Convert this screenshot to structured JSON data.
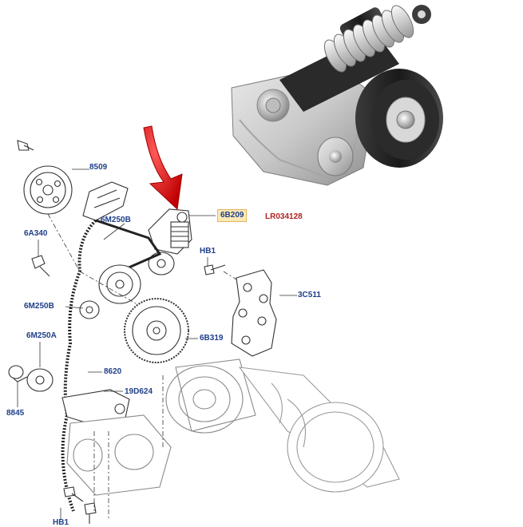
{
  "labels": {
    "p8509": "8509",
    "p6m250b_top": "6M250B",
    "p6b209": "6B209",
    "part_number": "LR034128",
    "p6a340": "6A340",
    "hb1_top": "HB1",
    "p3c511": "3C511",
    "p6m250b_mid": "6M250B",
    "p6b319": "6B319",
    "p6m250a": "6M250A",
    "p8620": "8620",
    "p19d624": "19D624",
    "p8845": "8845",
    "hb1_bottom": "HB1"
  },
  "colors": {
    "label_blue": "#1f3f8a",
    "part_red": "#b22222",
    "arrow_red": "#e01818",
    "highlight_fill": "#fde9b5",
    "highlight_border": "#e7b45a"
  },
  "icons": {
    "pointer": "red-arrow-icon",
    "tensioner_photo": "belt-tensioner-photo"
  }
}
